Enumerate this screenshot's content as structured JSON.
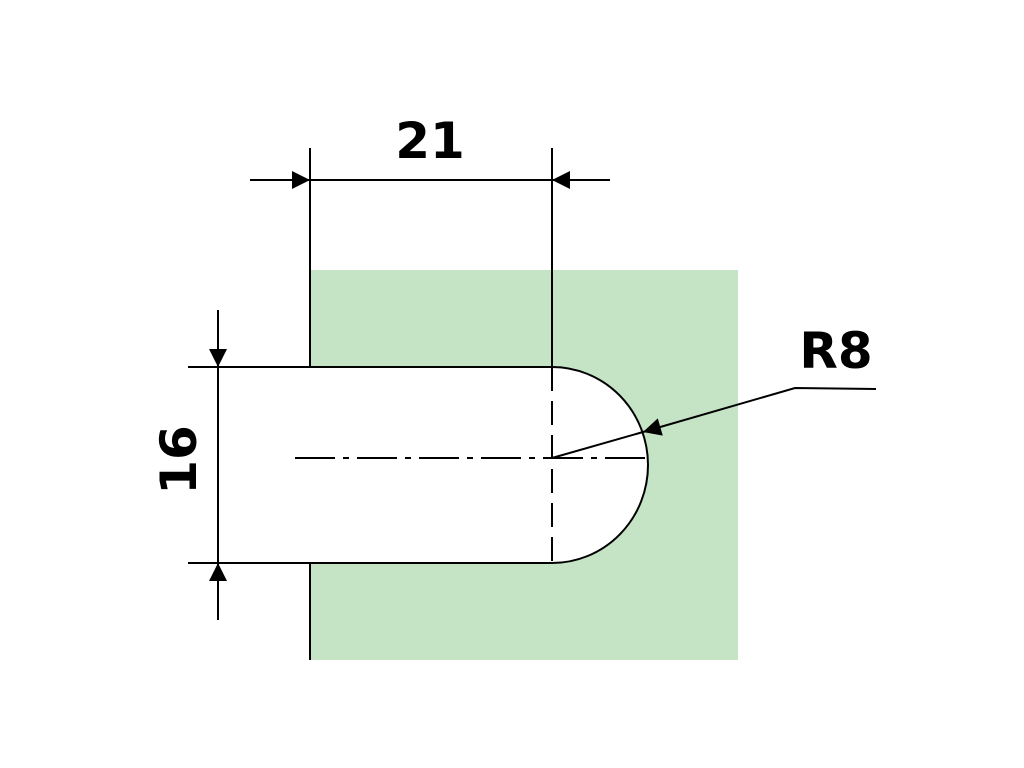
{
  "drawing": {
    "width_dimension": "21",
    "height_dimension": "16",
    "radius_label": "R8",
    "colors": {
      "material": "#c5e3c5",
      "line": "#000000",
      "background": "#ffffff"
    }
  }
}
